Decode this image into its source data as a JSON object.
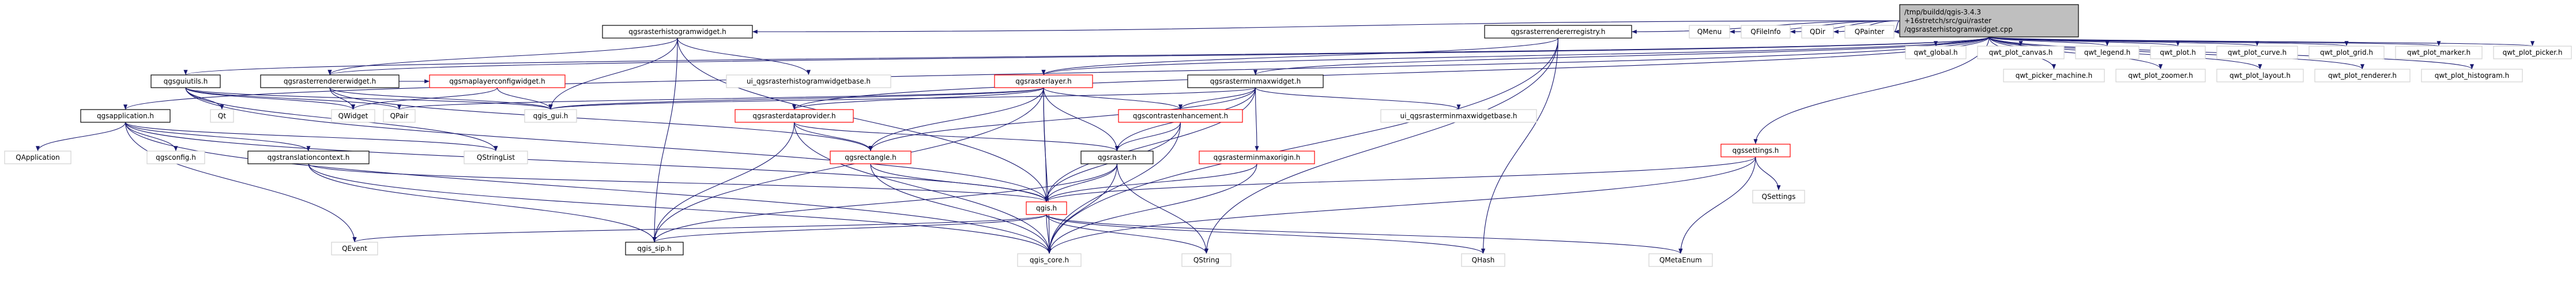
{
  "diagram": {
    "colors": {
      "edge": "#191970",
      "root_fill": "#bfbfbf",
      "local_header_border": "#000000",
      "hub_header_border": "#ff0000",
      "external_header_border": "#d3d3d3",
      "text": "#000000"
    },
    "nodes": [
      {
        "id": "root",
        "lines": [
          "/tmp/buildd/qgis-3.4.3",
          "+16stretch/src/gui/raster",
          "/qgsrasterhistogramwidget.cpp"
        ],
        "kind": "root"
      },
      {
        "id": "rhw",
        "lines": [
          "qgsrasterhistogramwidget.h"
        ],
        "kind": "local"
      },
      {
        "id": "rrr",
        "lines": [
          "qgsrasterrendererregistry.h"
        ],
        "kind": "local"
      },
      {
        "id": "qmenu",
        "lines": [
          "QMenu"
        ],
        "kind": "external"
      },
      {
        "id": "qfileinfo",
        "lines": [
          "QFileInfo"
        ],
        "kind": "external"
      },
      {
        "id": "qdir",
        "lines": [
          "QDir"
        ],
        "kind": "external"
      },
      {
        "id": "qpainter",
        "lines": [
          "QPainter"
        ],
        "kind": "external"
      },
      {
        "id": "qwt_global",
        "lines": [
          "qwt_global.h"
        ],
        "kind": "external"
      },
      {
        "id": "qwt_plot_canvas",
        "lines": [
          "qwt_plot_canvas.h"
        ],
        "kind": "external"
      },
      {
        "id": "qwt_legend",
        "lines": [
          "qwt_legend.h"
        ],
        "kind": "external"
      },
      {
        "id": "qwt_plot",
        "lines": [
          "qwt_plot.h"
        ],
        "kind": "external"
      },
      {
        "id": "qwt_plot_curve",
        "lines": [
          "qwt_plot_curve.h"
        ],
        "kind": "external"
      },
      {
        "id": "qwt_plot_grid",
        "lines": [
          "qwt_plot_grid.h"
        ],
        "kind": "external"
      },
      {
        "id": "qwt_plot_marker",
        "lines": [
          "qwt_plot_marker.h"
        ],
        "kind": "external"
      },
      {
        "id": "qwt_plot_picker",
        "lines": [
          "qwt_plot_picker.h"
        ],
        "kind": "external"
      },
      {
        "id": "qwt_picker_machine",
        "lines": [
          "qwt_picker_machine.h"
        ],
        "kind": "external"
      },
      {
        "id": "qwt_plot_zoomer",
        "lines": [
          "qwt_plot_zoomer.h"
        ],
        "kind": "external"
      },
      {
        "id": "qwt_plot_layout",
        "lines": [
          "qwt_plot_layout.h"
        ],
        "kind": "external"
      },
      {
        "id": "qwt_plot_renderer",
        "lines": [
          "qwt_plot_renderer.h"
        ],
        "kind": "external"
      },
      {
        "id": "qwt_plot_histogram",
        "lines": [
          "qwt_plot_histogram.h"
        ],
        "kind": "external"
      },
      {
        "id": "qgsguiutils",
        "lines": [
          "qgsguiutils.h"
        ],
        "kind": "local"
      },
      {
        "id": "rrw",
        "lines": [
          "qgsrasterrendererwidget.h"
        ],
        "kind": "local"
      },
      {
        "id": "mlcw",
        "lines": [
          "qgsmaplayerconfigwidget.h"
        ],
        "kind": "hub"
      },
      {
        "id": "ui_rhw",
        "lines": [
          "ui_qgsrasterhistogramwidgetbase.h"
        ],
        "kind": "external"
      },
      {
        "id": "rlayer",
        "lines": [
          "qgsrasterlayer.h"
        ],
        "kind": "hub"
      },
      {
        "id": "rmmw",
        "lines": [
          "qgsrasterminmaxwidget.h"
        ],
        "kind": "local"
      },
      {
        "id": "qgsapp",
        "lines": [
          "qgsapplication.h"
        ],
        "kind": "local"
      },
      {
        "id": "qt",
        "lines": [
          "Qt"
        ],
        "kind": "external"
      },
      {
        "id": "qwidget",
        "lines": [
          "QWidget"
        ],
        "kind": "external"
      },
      {
        "id": "qpair",
        "lines": [
          "QPair"
        ],
        "kind": "external"
      },
      {
        "id": "qgsgui",
        "lines": [
          "qgis_gui.h"
        ],
        "kind": "external"
      },
      {
        "id": "rdp",
        "lines": [
          "qgsrasterdataprovider.h"
        ],
        "kind": "hub"
      },
      {
        "id": "ce",
        "lines": [
          "qgscontrastenhancement.h"
        ],
        "kind": "hub"
      },
      {
        "id": "ui_rmmw",
        "lines": [
          "ui_qgsrasterminmaxwidgetbase.h"
        ],
        "kind": "external"
      },
      {
        "id": "settings",
        "lines": [
          "qgssettings.h"
        ],
        "kind": "hub"
      },
      {
        "id": "qapplication",
        "lines": [
          "QApplication"
        ],
        "kind": "external"
      },
      {
        "id": "qgsconfig",
        "lines": [
          "qgsconfig.h"
        ],
        "kind": "external"
      },
      {
        "id": "tc",
        "lines": [
          "qgstranslationcontext.h"
        ],
        "kind": "local"
      },
      {
        "id": "qstringlist",
        "lines": [
          "QStringList"
        ],
        "kind": "external"
      },
      {
        "id": "rect",
        "lines": [
          "qgsrectangle.h"
        ],
        "kind": "hub"
      },
      {
        "id": "raster",
        "lines": [
          "qgsraster.h"
        ],
        "kind": "local"
      },
      {
        "id": "mmo",
        "lines": [
          "qgsrasterminmaxorigin.h"
        ],
        "kind": "hub"
      },
      {
        "id": "qsettings",
        "lines": [
          "QSettings"
        ],
        "kind": "external"
      },
      {
        "id": "qgis",
        "lines": [
          "qgis.h"
        ],
        "kind": "hub"
      },
      {
        "id": "qevent",
        "lines": [
          "QEvent"
        ],
        "kind": "external"
      },
      {
        "id": "qgissip",
        "lines": [
          "qgis_sip.h"
        ],
        "kind": "local"
      },
      {
        "id": "qgiscore",
        "lines": [
          "qgis_core.h"
        ],
        "kind": "external"
      },
      {
        "id": "qstring",
        "lines": [
          "QString"
        ],
        "kind": "external"
      },
      {
        "id": "qhash",
        "lines": [
          "QHash"
        ],
        "kind": "external"
      },
      {
        "id": "qmetaenum",
        "lines": [
          "QMetaEnum"
        ],
        "kind": "external"
      }
    ],
    "edges": [
      [
        "root",
        "rhw"
      ],
      [
        "root",
        "rrr"
      ],
      [
        "root",
        "qmenu"
      ],
      [
        "root",
        "qfileinfo"
      ],
      [
        "root",
        "qdir"
      ],
      [
        "root",
        "qpainter"
      ],
      [
        "root",
        "qwt_global"
      ],
      [
        "root",
        "qwt_plot_canvas"
      ],
      [
        "root",
        "qwt_legend"
      ],
      [
        "root",
        "qwt_plot"
      ],
      [
        "root",
        "qwt_plot_curve"
      ],
      [
        "root",
        "qwt_plot_grid"
      ],
      [
        "root",
        "qwt_plot_marker"
      ],
      [
        "root",
        "qwt_plot_picker"
      ],
      [
        "root",
        "qwt_picker_machine"
      ],
      [
        "root",
        "qwt_plot_zoomer"
      ],
      [
        "root",
        "qwt_plot_layout"
      ],
      [
        "root",
        "qwt_plot_renderer"
      ],
      [
        "root",
        "qwt_plot_histogram"
      ],
      [
        "root",
        "qgsguiutils"
      ],
      [
        "root",
        "rrw"
      ],
      [
        "root",
        "rlayer"
      ],
      [
        "root",
        "rmmw"
      ],
      [
        "root",
        "settings"
      ],
      [
        "root",
        "qgsapp"
      ],
      [
        "root",
        "rdp"
      ],
      [
        "rhw",
        "rrw"
      ],
      [
        "rhw",
        "ui_rhw"
      ],
      [
        "rhw",
        "qgsgui"
      ],
      [
        "rhw",
        "qgissip"
      ],
      [
        "rhw",
        "qgis"
      ],
      [
        "rrr",
        "rlayer"
      ],
      [
        "rrr",
        "qgiscore"
      ],
      [
        "rrr",
        "qstring"
      ],
      [
        "rrr",
        "qhash"
      ],
      [
        "qgsguiutils",
        "qt"
      ],
      [
        "qgsguiutils",
        "qwidget"
      ],
      [
        "qgsguiutils",
        "qgsgui"
      ],
      [
        "qgsguiutils",
        "qpair"
      ],
      [
        "qgsguiutils",
        "qstringlist"
      ],
      [
        "qgsguiutils",
        "qgis"
      ],
      [
        "rrw",
        "qwidget"
      ],
      [
        "rrw",
        "qgsgui"
      ],
      [
        "rrw",
        "mlcw"
      ],
      [
        "rrw",
        "rect"
      ],
      [
        "mlcw",
        "qwidget"
      ],
      [
        "mlcw",
        "qgsgui"
      ],
      [
        "rlayer",
        "qgsgui"
      ],
      [
        "rlayer",
        "rdp"
      ],
      [
        "rlayer",
        "ce"
      ],
      [
        "rlayer",
        "raster"
      ],
      [
        "rlayer",
        "rect"
      ],
      [
        "rlayer",
        "qgis"
      ],
      [
        "rlayer",
        "qgiscore"
      ],
      [
        "rlayer",
        "qgissip"
      ],
      [
        "rlayer",
        "qpair"
      ],
      [
        "rmmw",
        "ui_rmmw"
      ],
      [
        "rmmw",
        "qgsgui"
      ],
      [
        "rmmw",
        "ce"
      ],
      [
        "rmmw",
        "raster"
      ],
      [
        "rmmw",
        "mmo"
      ],
      [
        "rmmw",
        "rect"
      ],
      [
        "rmmw",
        "qgis"
      ],
      [
        "qgsapp",
        "qapplication"
      ],
      [
        "qgsapp",
        "qgsconfig"
      ],
      [
        "qgsapp",
        "tc"
      ],
      [
        "qgsapp",
        "qstringlist"
      ],
      [
        "qgsapp",
        "qgis"
      ],
      [
        "qgsapp",
        "qgiscore"
      ],
      [
        "qgsapp",
        "qevent"
      ],
      [
        "rdp",
        "rect"
      ],
      [
        "rdp",
        "raster"
      ],
      [
        "rdp",
        "qgissip"
      ],
      [
        "rdp",
        "qgiscore"
      ],
      [
        "ce",
        "raster"
      ],
      [
        "ce",
        "qgiscore"
      ],
      [
        "ce",
        "qgis"
      ],
      [
        "settings",
        "qsettings"
      ],
      [
        "settings",
        "qgis"
      ],
      [
        "settings",
        "qgiscore"
      ],
      [
        "settings",
        "qmetaenum"
      ],
      [
        "tc",
        "qgis"
      ],
      [
        "tc",
        "qgiscore"
      ],
      [
        "tc",
        "qgissip"
      ],
      [
        "rect",
        "qgis"
      ],
      [
        "rect",
        "qgiscore"
      ],
      [
        "raster",
        "qgis"
      ],
      [
        "raster",
        "qgiscore"
      ],
      [
        "raster",
        "qgissip"
      ],
      [
        "raster",
        "qstring"
      ],
      [
        "mmo",
        "qgis"
      ],
      [
        "mmo",
        "qgiscore"
      ],
      [
        "qgis",
        "qevent"
      ],
      [
        "qgis",
        "qgissip"
      ],
      [
        "qgis",
        "qgiscore"
      ],
      [
        "qgis",
        "qstring"
      ],
      [
        "qgis",
        "qhash"
      ],
      [
        "qgis",
        "qmetaenum"
      ]
    ]
  }
}
